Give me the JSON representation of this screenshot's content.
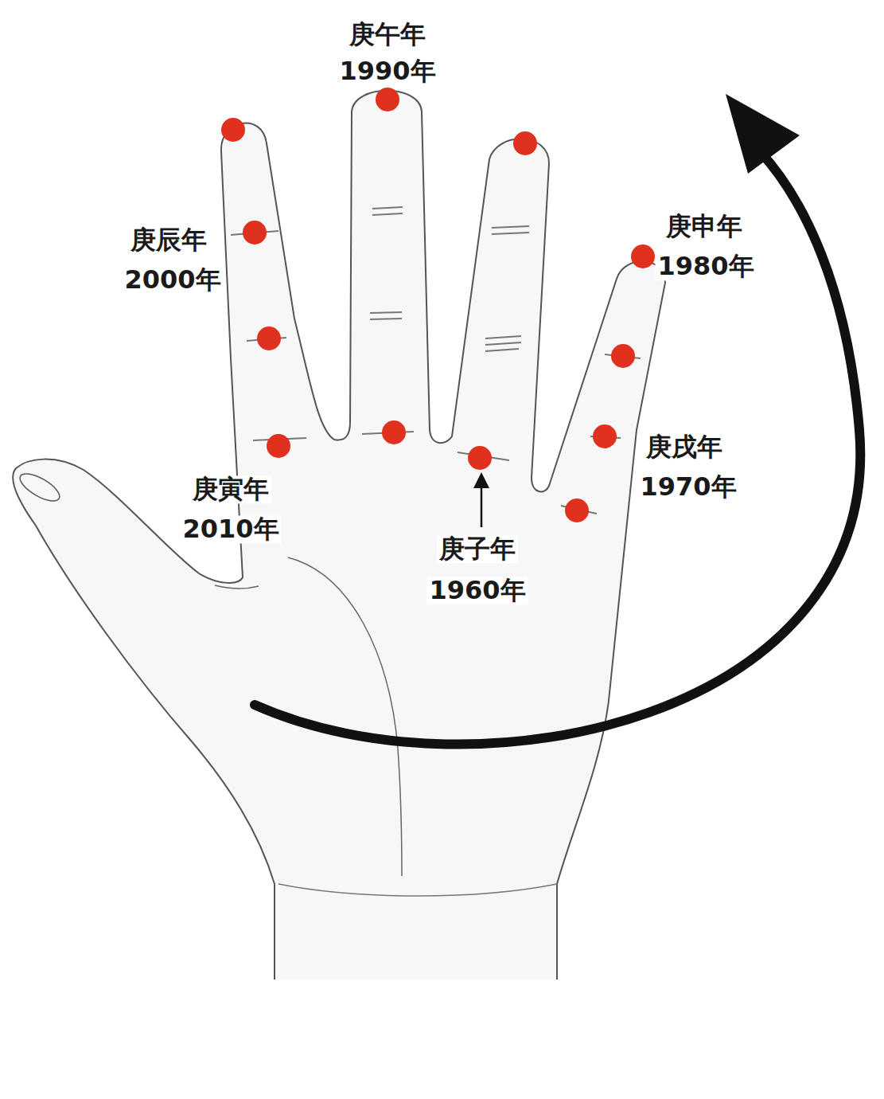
{
  "diagram": {
    "labels": [
      "庚午年",
      "1990年",
      "庚辰年",
      "2000年",
      "庚申年",
      "1980年",
      "庚戌年",
      "1970年",
      "庚寅年",
      "2010年",
      "庚子年",
      "1960年"
    ]
  }
}
